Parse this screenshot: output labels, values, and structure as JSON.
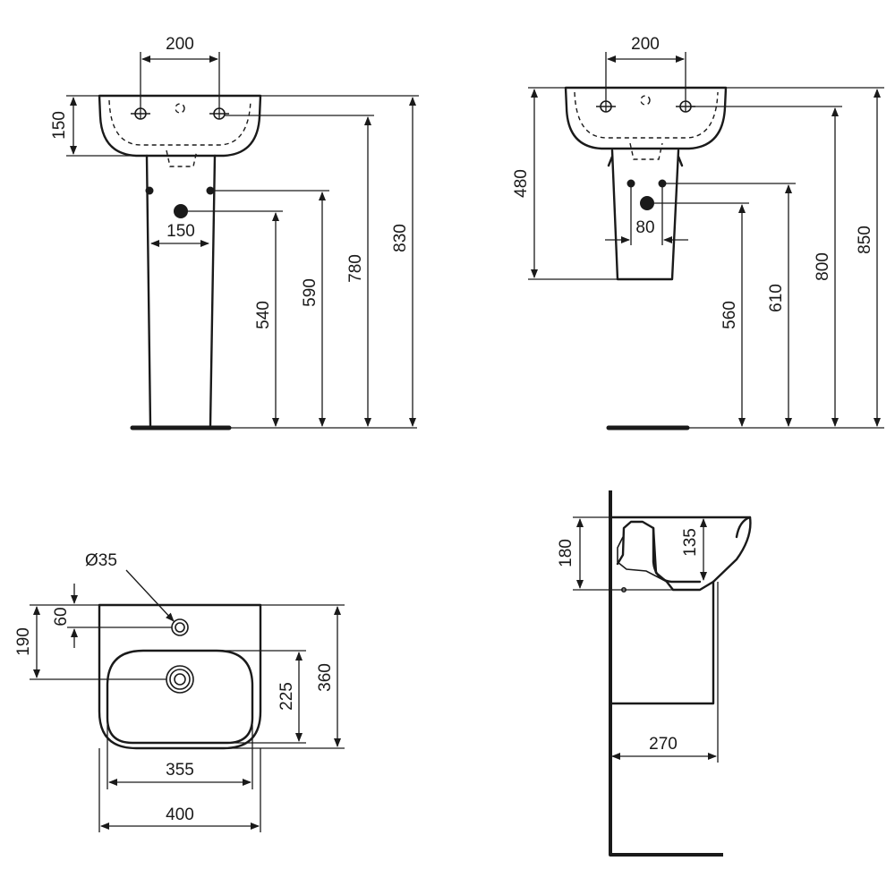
{
  "views": {
    "pedestal_front": {
      "dims": {
        "tap_spacing": "200",
        "basin_height": "150",
        "supply_spacing": "150",
        "waste_height": "540",
        "supply_height": "590",
        "tap_height": "780",
        "rim_height": "830"
      }
    },
    "semi_pedestal_front": {
      "dims": {
        "tap_spacing": "200",
        "pedestal_drop": "480",
        "supply_spacing": "80",
        "waste_height": "560",
        "supply_height": "610",
        "tap_height": "800",
        "rim_height": "850"
      }
    },
    "plan": {
      "dims": {
        "tap_hole_diameter": "Ø35",
        "tap_hole_offset": "60",
        "waste_offset": "190",
        "bowl_depth": "225",
        "overall_depth": "360",
        "bowl_width": "355",
        "overall_width": "400"
      }
    },
    "side": {
      "dims": {
        "basin_height": "180",
        "bowl_depth": "135",
        "projection": "270"
      }
    }
  },
  "colors": {
    "line": "#1a1a1a",
    "background": "#ffffff"
  }
}
